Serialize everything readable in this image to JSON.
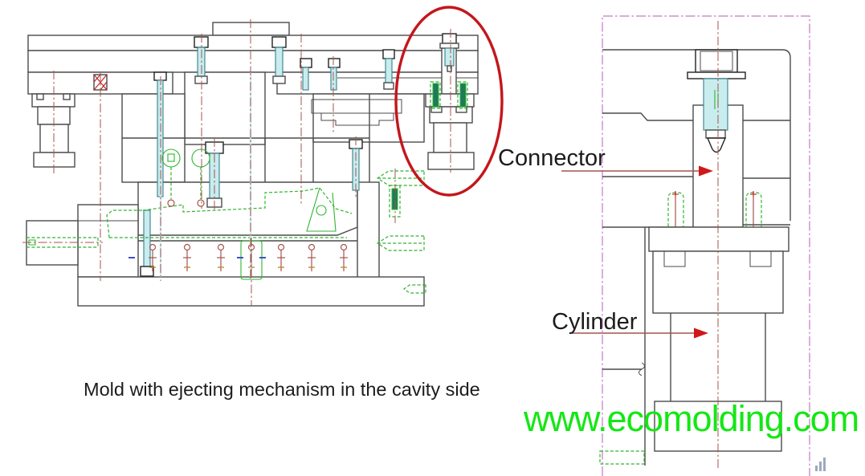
{
  "labels": {
    "connector": "Connector",
    "cylinder": "Cylinder"
  },
  "caption": "Mold with ejecting mechanism in the cavity side",
  "watermark": "www.ecomolding.com",
  "colors": {
    "line": "#4b4b4b",
    "line_dark": "#222222",
    "cyan_fill": "#c9ecee",
    "cyan_stroke": "#35808a",
    "green": "#2fb52f",
    "green_dark": "#1d7a5a",
    "centerline": "#a3554d",
    "highlight": "#c4161c",
    "arrow_line": "#a3554d",
    "arrow_head": "#d01818",
    "magenta": "#c877c8",
    "website": "#14e714",
    "text": "#1c1c1c",
    "blue_mark": "#3a50c8",
    "gold": "#b8891b",
    "hatch": "#8a8a8a"
  }
}
